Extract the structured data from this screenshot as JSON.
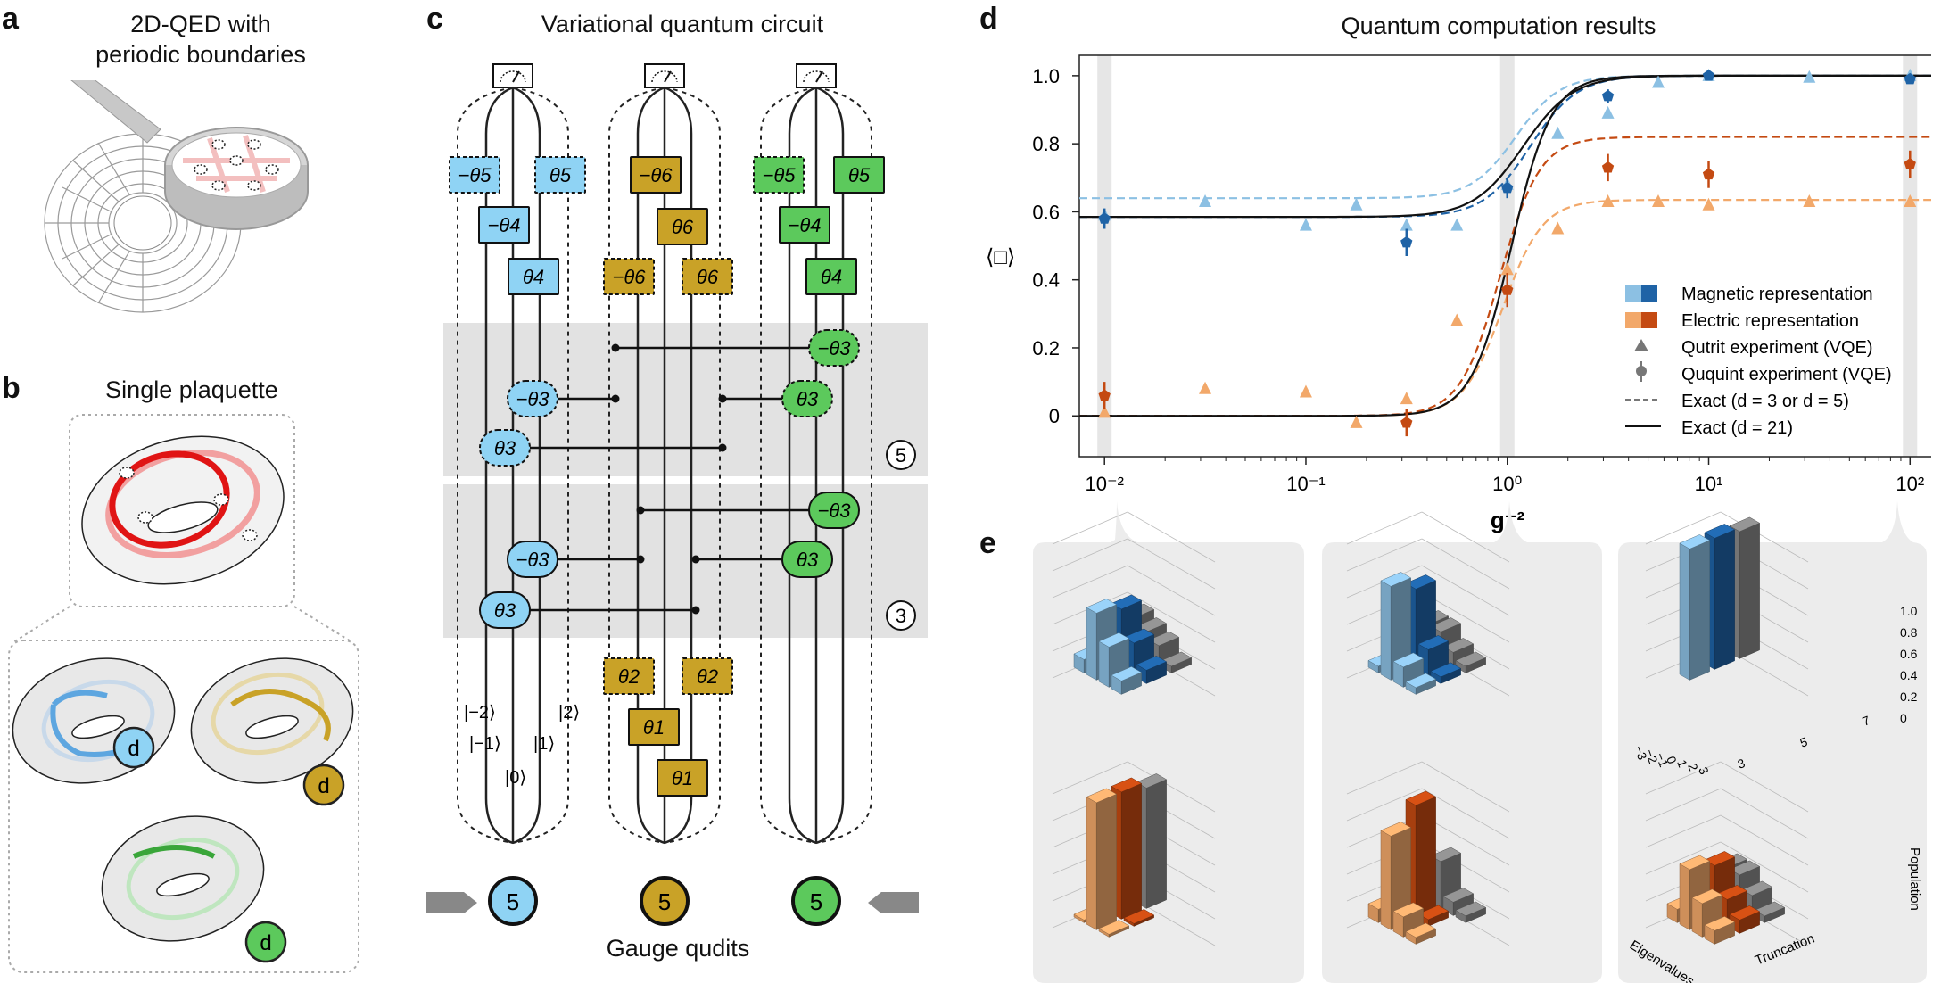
{
  "panel_a": {
    "letter": "a",
    "title_line1": "2D-QED with",
    "title_line2": "periodic boundaries"
  },
  "panel_b": {
    "letter": "b",
    "title": "Single plaquette",
    "qudit_label": "d"
  },
  "panel_c": {
    "letter": "c",
    "title": "Variational quantum circuit",
    "bottom_label": "Gauge qudits",
    "qudit_dim": "5",
    "block_labels": [
      "5",
      "3"
    ],
    "state_labels": [
      "|−2⟩",
      "|−1⟩",
      "|0⟩",
      "|1⟩",
      "|2⟩"
    ],
    "gates_blue": [
      "−θ5",
      "θ5",
      "−θ4",
      "θ4",
      "−θ3",
      "θ3",
      "−θ3",
      "θ3"
    ],
    "gates_gold": [
      "−θ6",
      "θ6",
      "−θ6",
      "θ6",
      "θ2",
      "θ2",
      "θ1",
      "θ1"
    ],
    "gates_green": [
      "−θ5",
      "θ5",
      "−θ4",
      "θ4",
      "−θ3",
      "θ3",
      "−θ3",
      "θ3"
    ],
    "colors": {
      "blue": "#8fd3f4",
      "gold": "#c9a227",
      "green": "#5cc95c"
    }
  },
  "panel_d": {
    "letter": "d",
    "title": "Quantum computation results"
  },
  "panel_e": {
    "letter": "e",
    "z_ticks": [
      "0",
      "0.2",
      "0.4",
      "0.6",
      "0.8",
      "1.0"
    ],
    "x_ticks": [
      "−3",
      "−2",
      "−1",
      "0",
      "1",
      "2",
      "3"
    ],
    "y_ticks": [
      "3",
      "5",
      "7"
    ],
    "axis_labels": {
      "z": "Population",
      "x": "Eigenvalues",
      "y": "Truncation"
    }
  },
  "chart_data": {
    "type": "scatter",
    "title": "Quantum computation results",
    "xlabel": "g⁻²",
    "ylabel": "⟨□⟩",
    "xscale": "log",
    "xlim": [
      0.0075,
      130
    ],
    "ylim": [
      -0.12,
      1.06
    ],
    "xtick_labels": [
      "10⁻²",
      "10⁻¹",
      "10⁰",
      "10¹",
      "10²"
    ],
    "ytick_labels": [
      "0",
      "0.2",
      "0.4",
      "0.6",
      "0.8",
      "1.0"
    ],
    "legend_position": "lower-right",
    "legend": [
      "Magnetic representation",
      "Electric representation",
      "Qutrit experiment (VQE)",
      "Ququint experiment (VQE)",
      "Exact (d = 3 or d = 5)",
      "Exact (d = 21)"
    ],
    "highlight_x": [
      0.01,
      1,
      100
    ],
    "colors": {
      "mag_light": "#8cc0e3",
      "mag_dark": "#1f63a6",
      "ele_light": "#f2a86a",
      "ele_dark": "#c44a12"
    },
    "series": [
      {
        "name": "Qutrit experiment (VQE)",
        "group": "magnetic",
        "marker": "triangle",
        "x": [
          0.01,
          0.0316,
          0.1,
          0.178,
          0.316,
          0.562,
          1,
          1.78,
          3.16,
          5.62,
          10,
          31.6,
          100
        ],
        "y": [
          0.59,
          0.63,
          0.56,
          0.62,
          0.56,
          0.56,
          0.68,
          0.83,
          0.89,
          0.98,
          1.0,
          0.995,
          1.0
        ]
      },
      {
        "name": "Ququint experiment (VQE)",
        "group": "magnetic",
        "marker": "pentagon",
        "x": [
          0.01,
          0.316,
          1,
          3.16,
          10,
          100
        ],
        "y": [
          0.58,
          0.51,
          0.67,
          0.94,
          1.0,
          0.99
        ],
        "err": [
          0.03,
          0.04,
          0.03,
          0.02,
          0.01,
          0.01
        ]
      },
      {
        "name": "Qutrit experiment (VQE)",
        "group": "electric",
        "marker": "triangle",
        "x": [
          0.01,
          0.0316,
          0.1,
          0.178,
          0.316,
          0.562,
          1,
          1.78,
          3.16,
          5.62,
          10,
          31.6,
          100
        ],
        "y": [
          0.01,
          0.08,
          0.07,
          -0.02,
          0.05,
          0.28,
          0.43,
          0.55,
          0.63,
          0.63,
          0.62,
          0.63,
          0.63
        ]
      },
      {
        "name": "Ququint experiment (VQE)",
        "group": "electric",
        "marker": "pentagon",
        "x": [
          0.01,
          0.316,
          1,
          3.16,
          10,
          100
        ],
        "y": [
          0.06,
          -0.02,
          0.37,
          0.73,
          0.71,
          0.74
        ],
        "err": [
          0.04,
          0.04,
          0.05,
          0.04,
          0.04,
          0.04
        ]
      }
    ],
    "curves": [
      {
        "name": "Exact (d = 3 or d = 5)",
        "group": "magnetic",
        "variant": "light",
        "style": "dashed",
        "low": 0.64,
        "high": 1.0,
        "mid": 1.1,
        "slope": 1.8
      },
      {
        "name": "Exact (d = 3 or d = 5)",
        "group": "magnetic",
        "variant": "dark",
        "style": "dashed",
        "low": 0.585,
        "high": 1.0,
        "mid": 1.3,
        "slope": 1.7
      },
      {
        "name": "Exact (d = 3 or d = 5)",
        "group": "electric",
        "variant": "light",
        "style": "dashed",
        "low": 0.0,
        "high": 0.635,
        "mid": 0.95,
        "slope": 2.0
      },
      {
        "name": "Exact (d = 3 or d = 5)",
        "group": "electric",
        "variant": "dark",
        "style": "dashed",
        "low": 0.0,
        "high": 0.82,
        "mid": 0.92,
        "slope": 2.0
      },
      {
        "name": "Exact (d = 21)",
        "group": "magnetic",
        "variant": "black",
        "style": "solid",
        "low": 0.585,
        "high": 1.0,
        "mid": 1.2,
        "slope": 1.6
      },
      {
        "name": "Exact (d = 21)",
        "group": "electric",
        "variant": "black",
        "style": "solid",
        "low": 0.0,
        "high": 1.0,
        "mid": 1.05,
        "slope": 2.0
      }
    ]
  }
}
